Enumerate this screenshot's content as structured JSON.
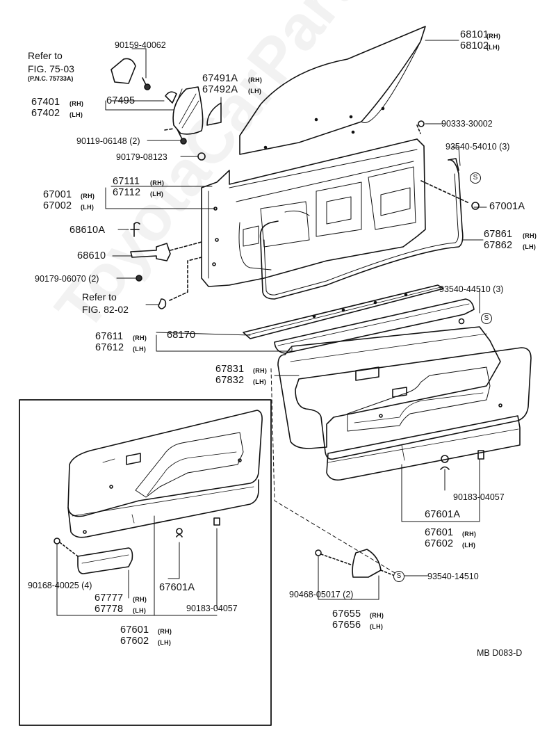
{
  "watermark": "ToyotaCarParts.ru",
  "labels": {
    "refer_fig_75_03": "Refer to",
    "refer_fig_75_03_b": "FIG. 75-03",
    "pnc": "(P.N.C. 75733A)",
    "p90159_40062": "90159-40062",
    "p67491A": "67491A",
    "p67492A": "67492A",
    "rh": "(RH)",
    "lh": "(LH)",
    "p67401": "67401",
    "p67402": "67402",
    "p67495": "67495",
    "p90119_06148": "90119-06148 (2)",
    "p90179_08123": "90179-08123",
    "p68101": "68101",
    "p68102": "68102",
    "p90333_30002": "90333-30002",
    "p93540_54010": "93540-54010 (3)",
    "p67111": "67111",
    "p67112": "67112",
    "p67001": "67001",
    "p67002": "67002",
    "p67001A": "67001A",
    "p68610A": "68610A",
    "p68610": "68610",
    "p90179_06070": "90179-06070 (2)",
    "refer_fig_82_02": "Refer to",
    "refer_fig_82_02_b": "FIG. 82-02",
    "p67861": "67861",
    "p67862": "67862",
    "p93540_44510": "93540-44510 (3)",
    "p67611": "67611",
    "p67612": "67612",
    "p68170": "68170",
    "p67831": "67831",
    "p67832": "67832",
    "p90183_04057_r": "90183-04057",
    "p67601A_r": "67601A",
    "p67601_r": "67601",
    "p67602_r": "67602",
    "p93540_14510": "93540-14510",
    "p90468_05017": "90468-05017 (2)",
    "p67655": "67655",
    "p67656": "67656",
    "p90168_40025": "90168-40025 (4)",
    "p67777": "67777",
    "p67778": "67778",
    "p67601A_l": "67601A",
    "p90183_04057_l": "90183-04057",
    "p67601_l": "67601",
    "p67602_l": "67602",
    "ref_code": "MB  D083-D",
    "s": "S"
  }
}
